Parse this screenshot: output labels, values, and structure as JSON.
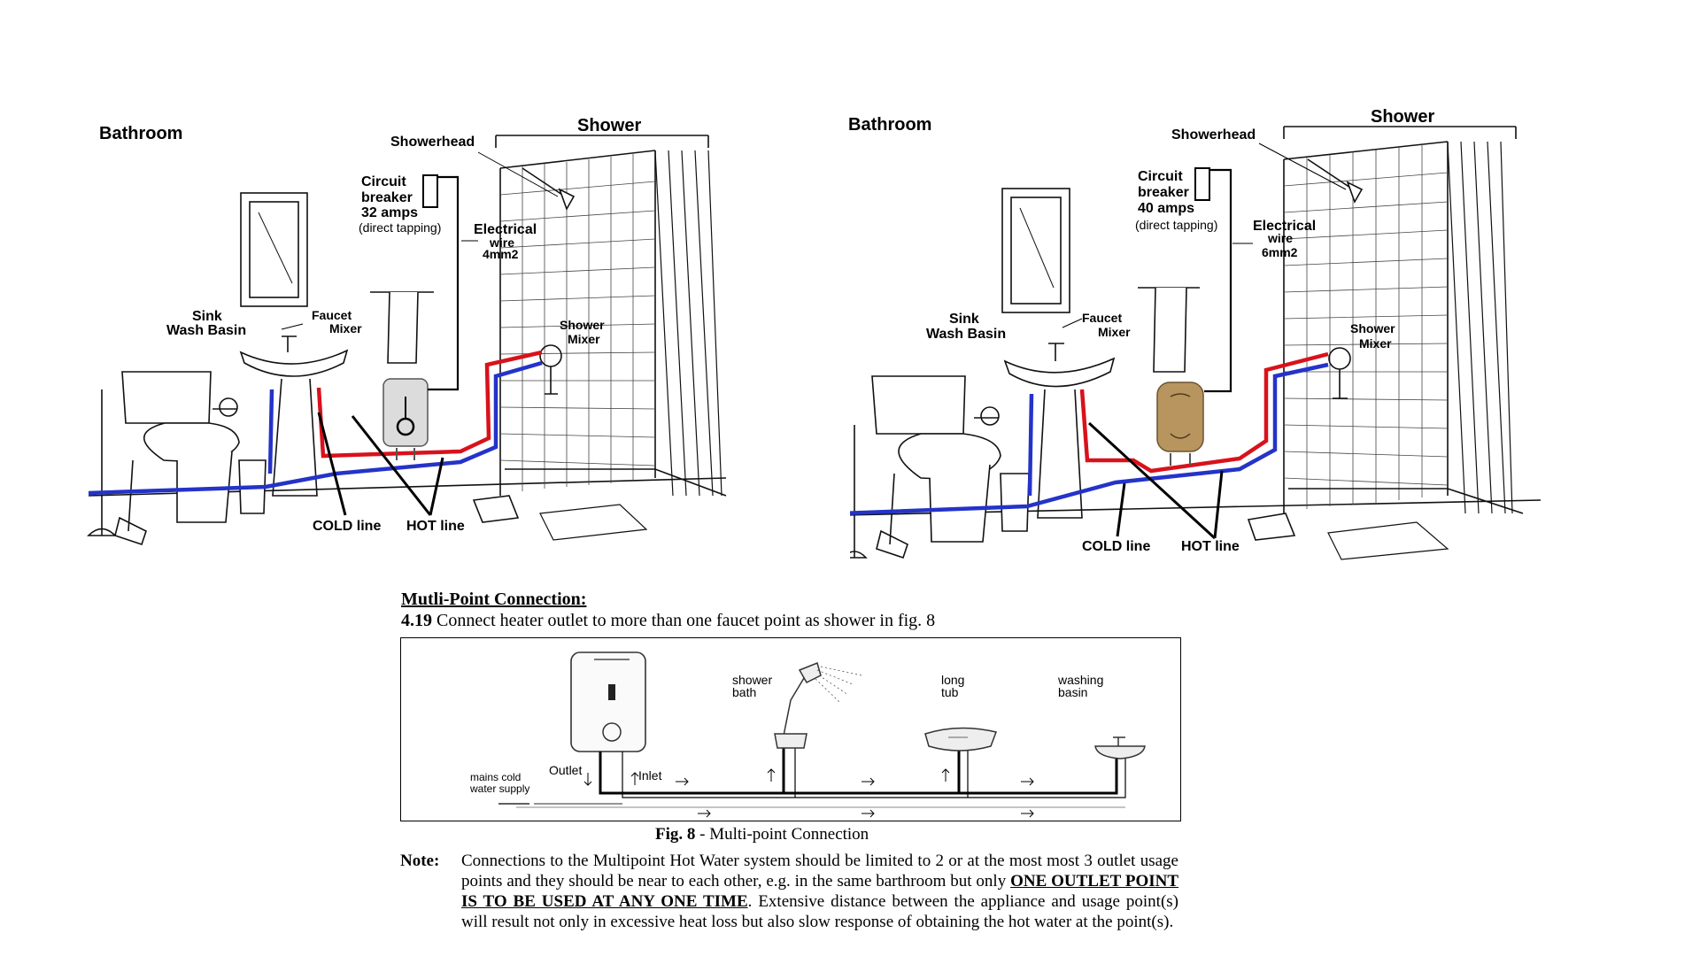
{
  "panels": [
    {
      "room_title": "Bathroom",
      "shower_title": "Shower",
      "showerhead": "Showerhead",
      "breaker": {
        "line1": "Circuit",
        "line2": "breaker",
        "line3": "32 amps",
        "line4": "(direct tapping)"
      },
      "wire": {
        "line1": "Electrical",
        "line2": "wire",
        "line3": "4mm2"
      },
      "sink": {
        "line1": "Sink",
        "line2": "Wash Basin"
      },
      "faucet": {
        "line1": "Faucet",
        "line2": "Mixer"
      },
      "shower_mixer": {
        "line1": "Shower",
        "line2": "Mixer"
      },
      "cold_line": "COLD line",
      "hot_line": "HOT line",
      "heater_color": "#dcdcdc"
    },
    {
      "room_title": "Bathroom",
      "shower_title": "Shower",
      "showerhead": "Showerhead",
      "breaker": {
        "line1": "Circuit",
        "line2": "breaker",
        "line3": "40 amps",
        "line4": "(direct tapping)"
      },
      "wire": {
        "line1": "Electrical",
        "line2": "wire",
        "line3": "6mm2"
      },
      "sink": {
        "line1": "Sink",
        "line2": "Wash Basin"
      },
      "faucet": {
        "line1": "Faucet",
        "line2": "Mixer"
      },
      "shower_mixer": {
        "line1": "Shower",
        "line2": "Mixer"
      },
      "cold_line": "COLD line",
      "hot_line": "HOT line",
      "heater_color": "#b8955e"
    }
  ],
  "colors": {
    "hot_pipe": "#d8121b",
    "cold_pipe": "#2433c8",
    "ink": "#111111"
  },
  "document": {
    "section_title": "Mutli-Point Connection:",
    "step_number": "4.19",
    "step_text": "Connect heater outlet to more than one faucet point as shower in fig. 8",
    "figure": {
      "points": [
        {
          "line1": "shower",
          "line2": "bath"
        },
        {
          "line1": "long",
          "line2": "tub"
        },
        {
          "line1": "washing",
          "line2": "basin"
        }
      ],
      "mains": {
        "line1": "mains cold",
        "line2": "water supply"
      },
      "outlet": "Outlet",
      "inlet": "Inlet"
    },
    "caption_number": "Fig. 8",
    "caption_text": "- Multi-point Connection",
    "note_label": "Note:",
    "note_part1": "Connections to the Multipoint Hot Water system should be limited to 2 or at the most most 3 outlet usage points and they should be near to each other, e.g. in the same barthroom but only",
    "note_emphasis": "ONE OUTLET POINT IS TO BE USED AT ANY ONE TIME",
    "note_part2": ". Extensive distance between the appliance and usage point(s) will result not only in excessive heat loss but also slow response of obtaining the hot water at the point(s)."
  }
}
